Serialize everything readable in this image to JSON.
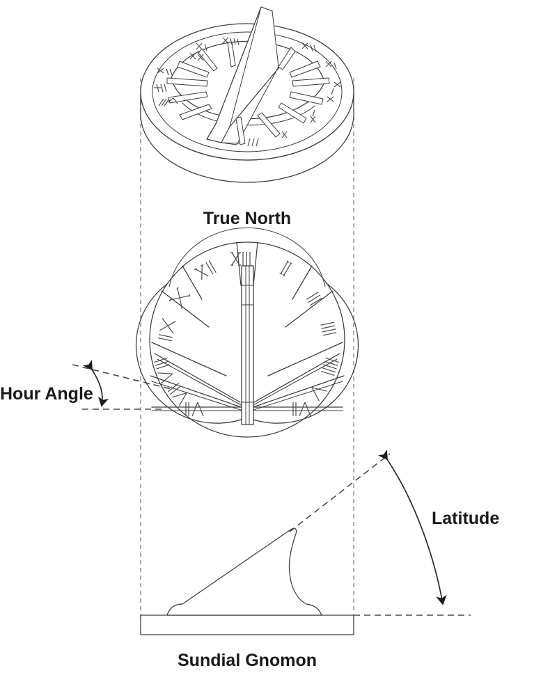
{
  "figure": {
    "title": "Sundial Gnomon Diagram",
    "line_color": "#3c3c3c",
    "text_color": "#1a1a1a",
    "dash_color": "#9a9a9a",
    "background": "#ffffff"
  },
  "labels": {
    "true_north": "True North",
    "hour_angle": "Hour Angle",
    "latitude": "Latitude",
    "sundial_gnomon": "Sundial Gnomon"
  },
  "views": {
    "perspective": {
      "name": "Perspective view of sundial",
      "hour_marks": [
        "XII",
        "XI",
        "X",
        "IX",
        "VIII",
        "VII",
        "VI",
        "V",
        "IIII",
        "III",
        "II",
        "I"
      ]
    },
    "plan": {
      "name": "Top plan view of sundial dial face",
      "hour_marks_left": [
        "XII",
        "XI",
        "X",
        "IX",
        "VIII",
        "VII",
        "VI"
      ],
      "hour_marks_right": [
        "I",
        "II",
        "III",
        "IIII",
        "V",
        "VI"
      ],
      "all_marks": [
        "VI",
        "VII",
        "VIII",
        "IX",
        "X",
        "XI",
        "XII",
        "I",
        "II",
        "III",
        "IIII",
        "V",
        "VI"
      ]
    },
    "elevation": {
      "name": "Side elevation of sundial gnomon"
    }
  },
  "annotations": {
    "hour_angle": {
      "label": "Hour Angle",
      "type": "angular-dimension",
      "arrow": "double-headed-arc"
    },
    "latitude": {
      "label": "Latitude",
      "type": "angular-dimension",
      "arrow": "double-headed-arc"
    },
    "alignment_guides": "vertical-dashed-center-lines"
  }
}
